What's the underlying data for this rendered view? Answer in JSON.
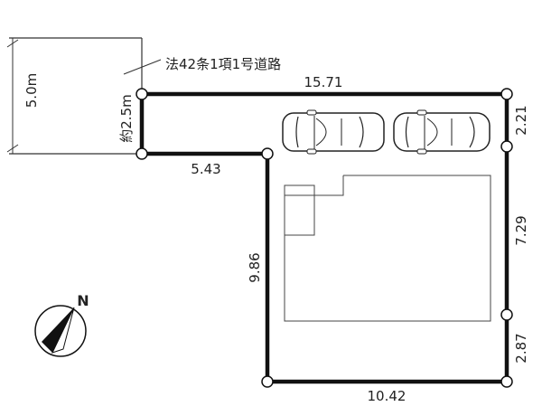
{
  "road": {
    "label": "法42条1項1号道路",
    "width_label": "5.0m",
    "approx_width_label": "約2.5m"
  },
  "dimensions": {
    "top": "15.71",
    "right_upper": "2.21",
    "right_middle": "7.29",
    "right_lower": "2.87",
    "bottom": "10.42",
    "left_lower": "9.86",
    "step": "5.43"
  },
  "compass": {
    "label": "N"
  },
  "vehicles": {
    "count": 2
  }
}
